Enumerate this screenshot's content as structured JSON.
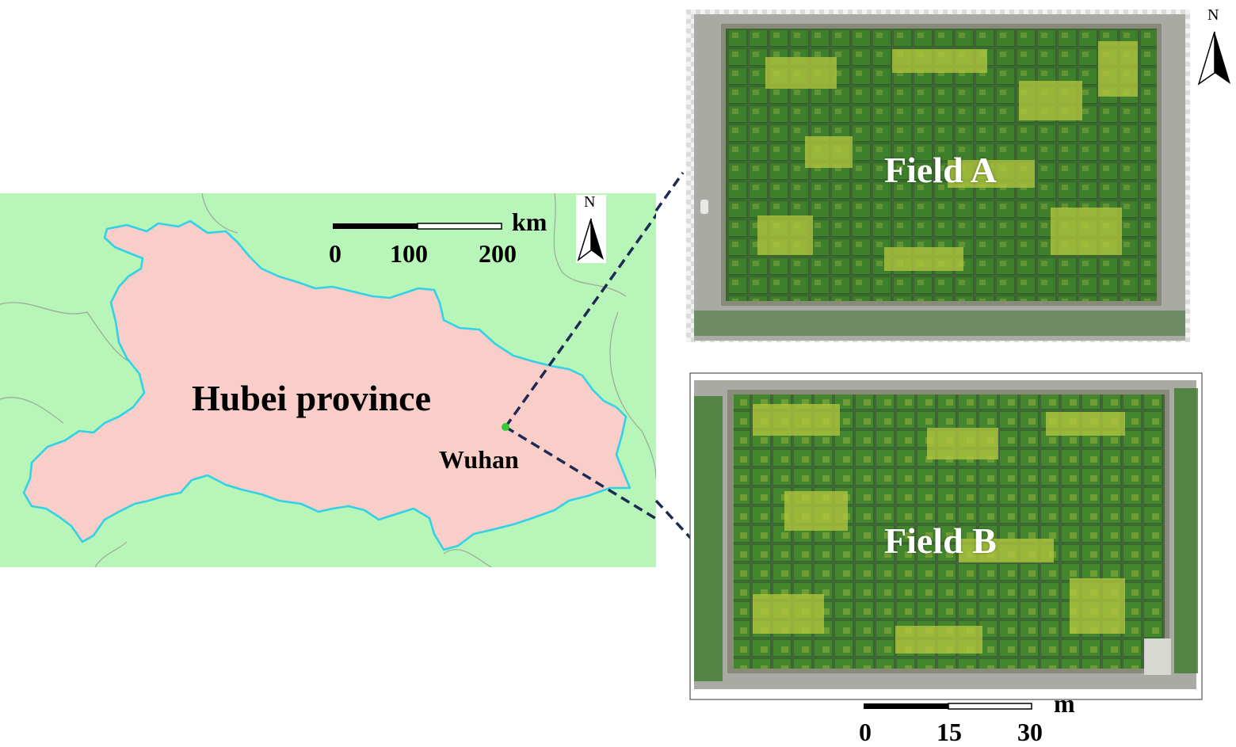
{
  "map": {
    "province_label": "Hubei province",
    "city_label": "Wuhan",
    "scale": {
      "ticks": [
        "0",
        "100",
        "200"
      ],
      "unit": "km"
    },
    "north_label": "N",
    "colors": {
      "province_fill": "#f9cdc8",
      "background_fill": "#b8f5b8",
      "river_outline": "#32d2e6",
      "city_point": "#33cc33"
    }
  },
  "fields": {
    "field_a": {
      "label": "Field A",
      "north_label": "N"
    },
    "field_b": {
      "label": "Field B",
      "scale": {
        "ticks": [
          "0",
          "15",
          "30"
        ],
        "unit": "m"
      }
    },
    "colors": {
      "crop_dark": "#2e6a23",
      "crop_light": "#b7c83f",
      "path": "#8a8a7a"
    }
  },
  "connector": {
    "color": "#1d2a55",
    "style": "dashed"
  }
}
